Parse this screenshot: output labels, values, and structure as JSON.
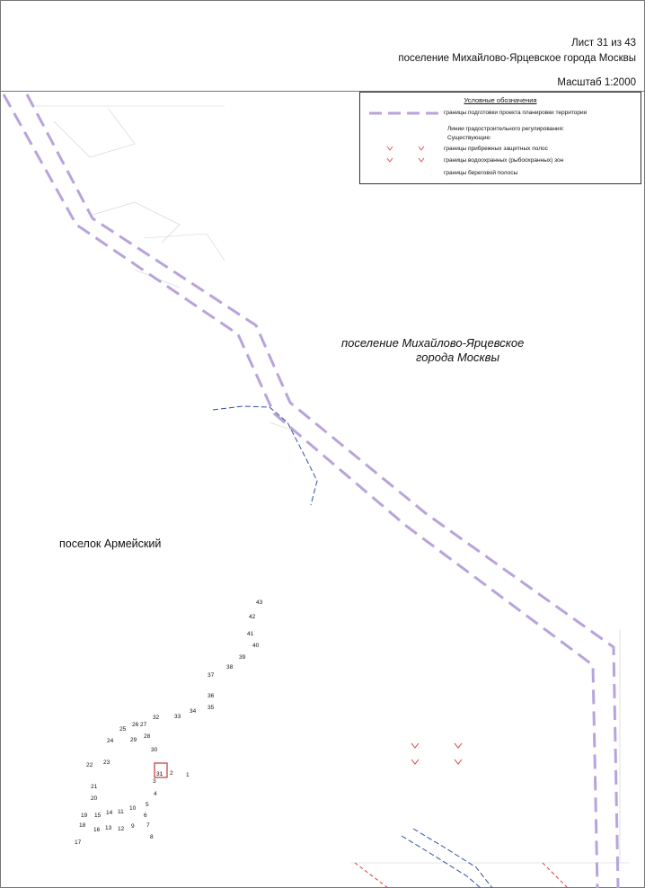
{
  "header": {
    "sheet": "Лист 31 из 43",
    "settlement": "поселение Михайлово-Ярцевское города Москвы",
    "scale": "Масштаб 1:2000"
  },
  "legend": {
    "title": "Условные обозначения",
    "planning_boundary": "границы подготовки проекта планировки территории",
    "regulation_lines": "Линии градостроительного регулирования:",
    "existing": "Существующие:",
    "coastal_protection": "границы прибрежных защитных полос",
    "water_protection": "границы водоохранных (рыбоохранных) зон",
    "shoreline": "границы береговой полосы"
  },
  "labels": {
    "mikhailovo_line1": "поселение Михайлово-Ярцевское",
    "mikhailovo_line2": "города Москвы",
    "armeisky": "поселок Армейский"
  },
  "colors": {
    "planning_boundary": "#b9a3dc",
    "water_line": "#2e4fa6",
    "red_marks": "#d83b3b"
  },
  "map": {
    "highlighted_parcel": "31",
    "parcel_numbers": [
      "1",
      "2",
      "3",
      "4",
      "5",
      "6",
      "7",
      "8",
      "9",
      "10",
      "11",
      "12",
      "13",
      "14",
      "15",
      "16",
      "17",
      "18",
      "19",
      "20",
      "21",
      "22",
      "23",
      "24",
      "25",
      "26",
      "27",
      "28",
      "29",
      "30",
      "32",
      "33",
      "34",
      "35",
      "36",
      "37",
      "38",
      "39",
      "40",
      "41",
      "42",
      "43"
    ]
  }
}
